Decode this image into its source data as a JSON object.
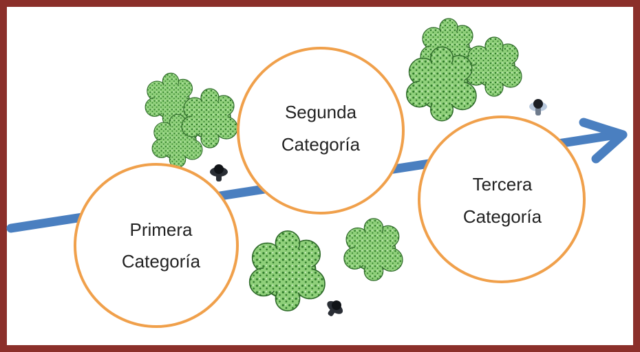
{
  "diagram": {
    "categories": [
      {
        "line1": "Primera",
        "line2": "Categoría"
      },
      {
        "line1": "Segunda",
        "line2": "Categoría"
      },
      {
        "line1": "Tercera",
        "line2": "Categoría"
      }
    ],
    "colors": {
      "frame": "#8b2f2a",
      "arrow": "#4a7fc0",
      "circle_stroke": "#f0a04b",
      "tree_fill": "#8fd07a",
      "tree_dots": "#2f7a2a",
      "tree_outline": "#2f6b2a",
      "person_dark": "#2a2e35",
      "person_light": "#b9c9dd"
    },
    "icons": [
      "tree-icon",
      "person-icon"
    ]
  }
}
